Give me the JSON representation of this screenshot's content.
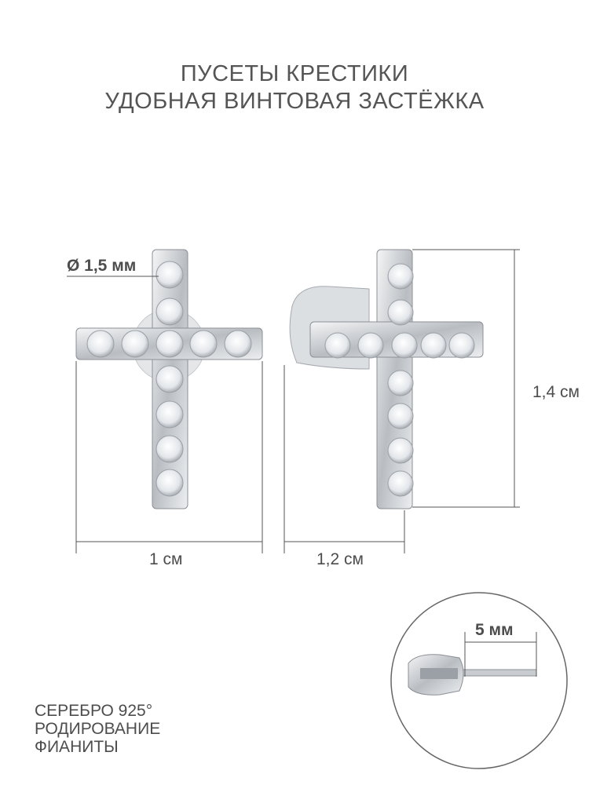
{
  "title": {
    "line1": "ПУСЕТЫ КРЕСТИКИ",
    "line2": "УДОБНАЯ ВИНТОВАЯ ЗАСТЁЖКА"
  },
  "dimensions": {
    "stone_diameter": "Ø 1,5 мм",
    "front_width": "1 см",
    "side_width": "1,2 см",
    "height": "1,4 см",
    "post_length": "5 мм"
  },
  "specs": [
    "СЕРЕБРО 925°",
    "РОДИРОВАНИЕ",
    "ФИАНИТЫ"
  ],
  "colors": {
    "text": "#4d4d4d",
    "metal": "#c8ccd0",
    "line": "#555555"
  }
}
